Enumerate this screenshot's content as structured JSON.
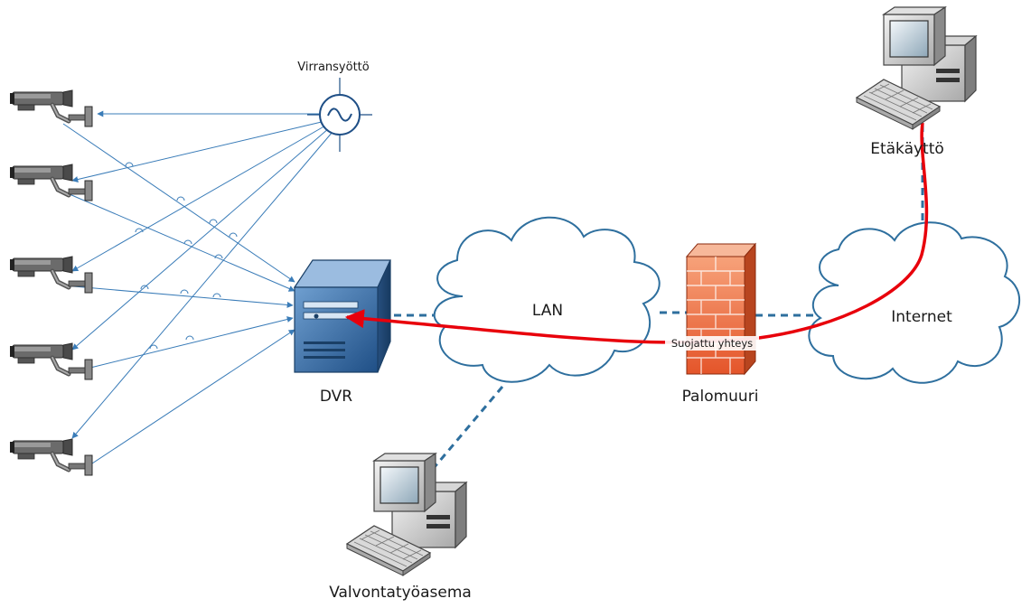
{
  "labels": {
    "power": "Virransyöttö",
    "remote": "Etäkäyttö",
    "lan": "LAN",
    "internet": "Internet",
    "dvr": "DVR",
    "firewall": "Palomuuri",
    "secure": "Suojattu yhteys",
    "workstation": "Valvontatyöasema"
  },
  "colors": {
    "secure_link": "#e8000b",
    "dashed_link": "#2e6f9e",
    "wire": "#3a7cb8",
    "server": "#3f6ea3",
    "firewall": "#e8582a"
  },
  "icons": {
    "camera": "cctv-camera-icon",
    "power": "power-supply-icon",
    "server": "dvr-server-icon",
    "firewall": "firewall-icon",
    "computer": "desktop-computer-icon",
    "cloud": "network-cloud-icon"
  }
}
